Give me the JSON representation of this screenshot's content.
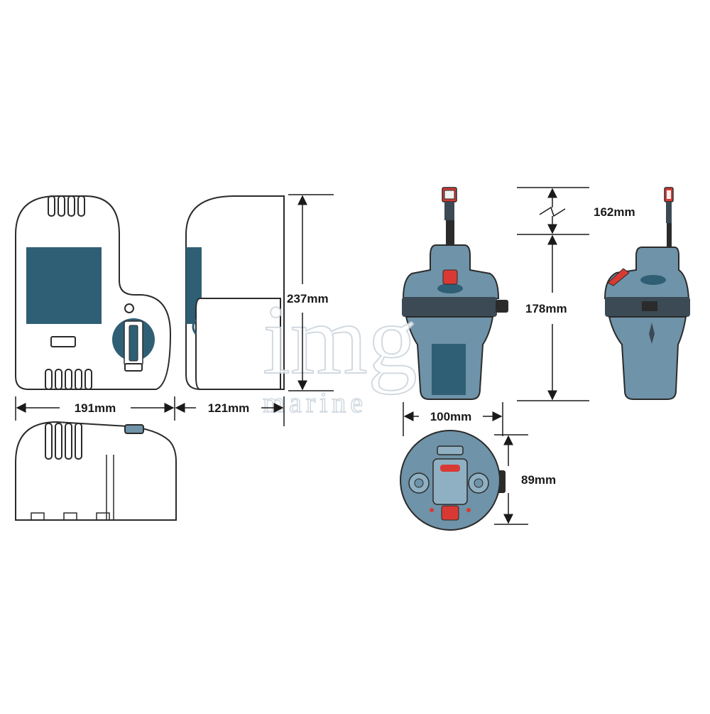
{
  "dimensions": {
    "bracket_width": "191mm",
    "bracket_depth": "121mm",
    "bracket_height": "237mm",
    "beacon_antenna": "162mm",
    "beacon_height": "178mm",
    "beacon_width": "100mm",
    "beacon_depth": "89mm"
  },
  "watermark": {
    "main": "img",
    "sub": "marine"
  },
  "colors": {
    "outline": "#2b2b2b",
    "panel_teal": "#2f5f74",
    "beacon_body": "#6f93a8",
    "beacon_dark": "#3b4a55",
    "beacon_red": "#d83a33",
    "line": "#1a1a1a"
  }
}
